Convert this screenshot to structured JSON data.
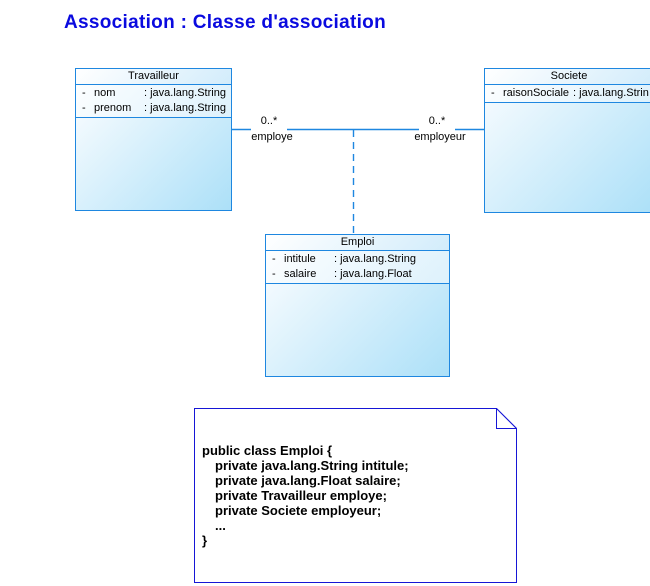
{
  "title": "Association : Classe d'association",
  "colors": {
    "title_text": "#0a0adf",
    "class_border_and_lines": "#1e87e0",
    "class_fill_light": "#f3fafe",
    "class_fill_dark": "#ace0f8",
    "note_border": "#1616d6",
    "note_fill": "#ffffff"
  },
  "diagram": {
    "classes": {
      "travailleur": {
        "name": "Travailleur",
        "attributes": [
          {
            "visibility": "-",
            "name": "nom",
            "type": ": java.lang.String"
          },
          {
            "visibility": "-",
            "name": "prenom",
            "type": ": java.lang.String"
          }
        ]
      },
      "societe": {
        "name": "Societe",
        "attributes": [
          {
            "visibility": "-",
            "name": "raisonSociale",
            "type": ": java.lang.Strin"
          }
        ]
      },
      "emploi": {
        "name": "Emploi",
        "attributes": [
          {
            "visibility": "-",
            "name": "intitule",
            "type": ": java.lang.String"
          },
          {
            "visibility": "-",
            "name": "salaire",
            "type": ": java.lang.Float"
          }
        ]
      }
    },
    "association": {
      "left": {
        "multiplicity": "0..*",
        "role": "employe"
      },
      "right": {
        "multiplicity": "0..*",
        "role": "employeur"
      }
    },
    "note": {
      "lines": [
        "public class Emploi {",
        "private java.lang.String intitule;",
        "private java.lang.Float salaire;",
        "private Travailleur employe;",
        "private Societe employeur;",
        "...",
        "}"
      ]
    }
  }
}
